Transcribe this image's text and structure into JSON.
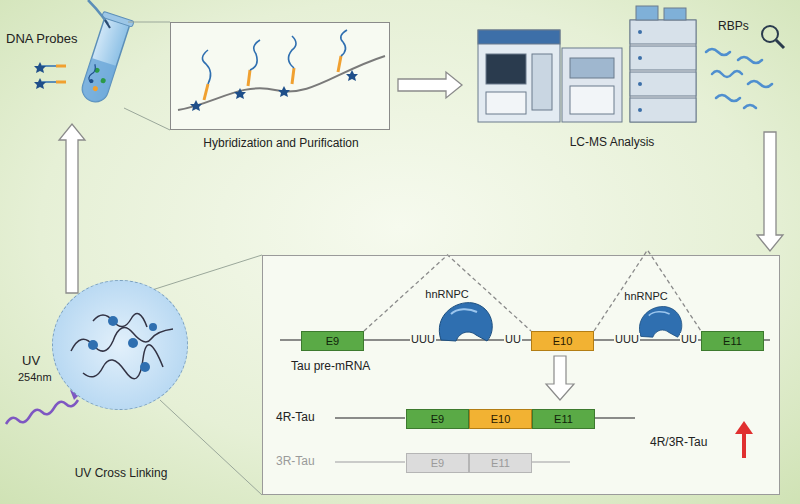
{
  "diagram": {
    "nodes": [
      {
        "text": [
          "DNA Probes"
        ]
      },
      {
        "text": [
          "Hybridization and Purification"
        ]
      },
      {
        "text": [
          "LC-MS Analysis"
        ]
      },
      {
        "text": [
          "UV Cross Linking"
        ]
      },
      {
        "text": [
          "Tau pre-mRNA"
        ]
      },
      {
        "text": [
          "E9"
        ],
        "in": 4
      },
      {
        "text": [
          "E10"
        ],
        "in": 4
      },
      {
        "text": [
          "E11"
        ],
        "in": 4
      },
      {
        "text": [
          "E9"
        ],
        "in": 4
      },
      {
        "text": [
          "E10"
        ],
        "in": 4
      },
      {
        "text": [
          "E11"
        ],
        "in": 4
      },
      {
        "text": [
          "E9"
        ],
        "in": 4
      },
      {
        "text": [
          "E11"
        ],
        "in": 4
      }
    ],
    "edges": [
      {
        "from": 1,
        "to": 2,
        "arrow": "to"
      },
      {
        "from": 2,
        "to": 4,
        "arrow": "to"
      },
      {
        "from": 3,
        "to": 0,
        "arrow": "to"
      },
      {
        "from": 5,
        "to": 6,
        "arrow": "none"
      },
      {
        "from": 6,
        "to": 7,
        "arrow": "none"
      }
    ],
    "labels": [
      "RBPs",
      "UV",
      "254nm",
      "hnRNPC",
      "UUU",
      "UU",
      "hnRNPC",
      "UUU",
      "UU",
      "4R-Tau",
      "3R-Tau",
      "4R/3R-Tau"
    ]
  }
}
